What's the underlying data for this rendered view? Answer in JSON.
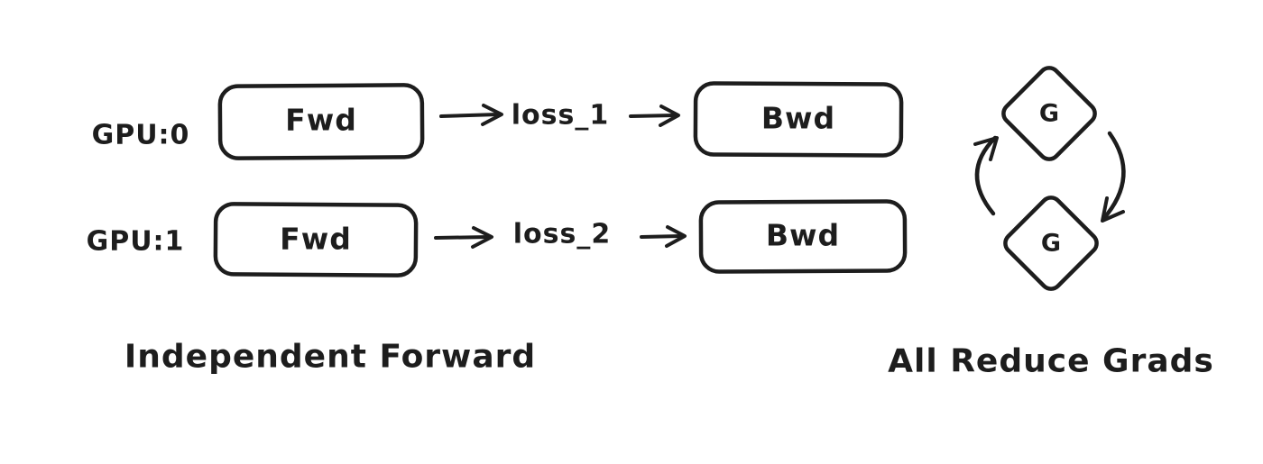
{
  "colors": {
    "ink": "#1d1d1d",
    "background": "#ffffff"
  },
  "rows": [
    {
      "gpu_label": "GPU:0",
      "fwd_label": "Fwd",
      "loss_label": "loss_1",
      "bwd_label": "Bwd"
    },
    {
      "gpu_label": "GPU:1",
      "fwd_label": "Fwd",
      "loss_label": "loss_2",
      "bwd_label": "Bwd"
    }
  ],
  "all_reduce": {
    "top_node_label": "G",
    "bottom_node_label": "G"
  },
  "captions": {
    "left": "Independent Forward",
    "right": "All Reduce Grads"
  }
}
